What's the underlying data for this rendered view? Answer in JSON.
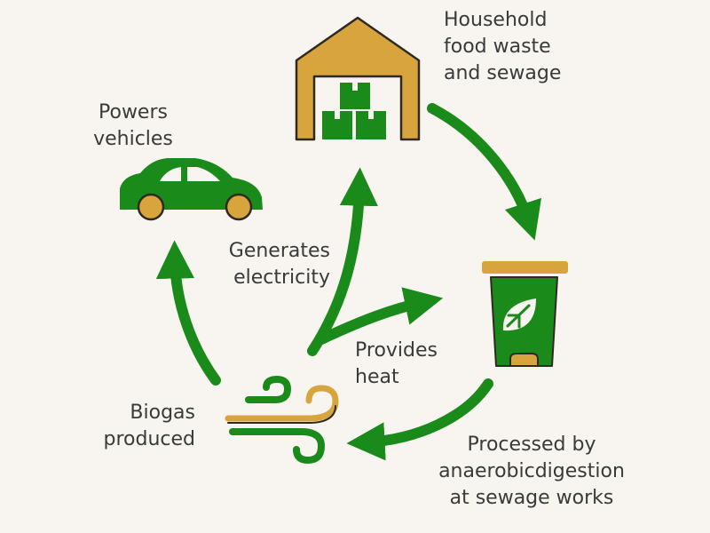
{
  "colors": {
    "green": "#1a8a1a",
    "gold": "#d8a43e",
    "background": "#f8f5f1",
    "text": "#3a3a3a"
  },
  "icons": {
    "warehouse": "warehouse-icon",
    "box": "box-icon",
    "bin": "compost-bin-icon",
    "leaf": "leaf-icon",
    "car": "car-icon",
    "wind": "gas-wind-icon"
  },
  "labels": {
    "household": {
      "line1": "Household",
      "line2": "food waste",
      "line3": "and sewage"
    },
    "processed": {
      "line1": "Processed by",
      "line2": "anaerobicdigestion",
      "line3": "at sewage works"
    },
    "biogas": {
      "line1": "Biogas",
      "line2": "produced"
    },
    "vehicles": {
      "line1": "Powers",
      "line2": "vehicles"
    },
    "electricity": {
      "line1": "Generates",
      "line2": "electricity"
    },
    "heat": {
      "line1": "Provides",
      "line2": "heat"
    }
  }
}
